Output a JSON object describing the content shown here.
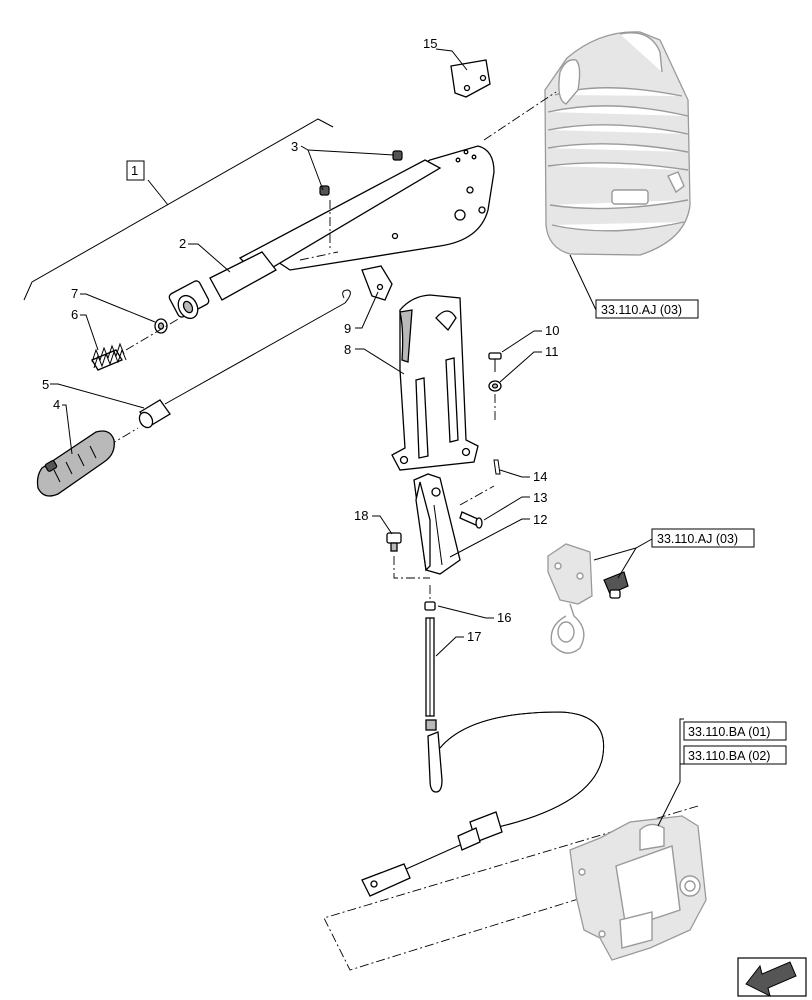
{
  "callouts": {
    "c1": "1",
    "c2": "2",
    "c3": "3",
    "c4": "4",
    "c5": "5",
    "c6": "6",
    "c7": "7",
    "c8": "8",
    "c9": "9",
    "c10": "10",
    "c11": "11",
    "c12": "12",
    "c13": "13",
    "c14": "14",
    "c15": "15",
    "c16": "16",
    "c17": "17",
    "c18": "18"
  },
  "references": {
    "boot_ref": "33.110.AJ (03)",
    "bracket_ref": "33.110.AJ (03)",
    "housing_ref_1": "33.110.BA (01)",
    "housing_ref_2": "33.110.BA (02)"
  },
  "icons": {
    "nav": "previous-page-arrow-icon"
  }
}
